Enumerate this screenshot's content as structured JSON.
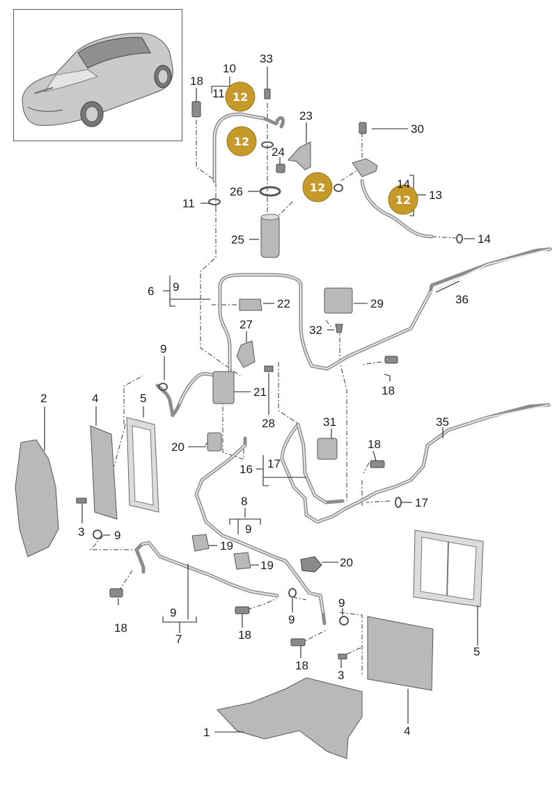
{
  "thumbnail": {
    "icon": "car-icon"
  },
  "badge_color": "#c59a2a",
  "badges": [
    "12",
    "12",
    "12",
    "12"
  ],
  "labels": {
    "l1": "1",
    "l2": "2",
    "l3a": "3",
    "l3b": "3",
    "l4a": "4",
    "l4b": "4",
    "l5a": "5",
    "l5b": "5",
    "l6": "6",
    "l7": "7",
    "l8": "8",
    "l9a": "9",
    "l9b": "9",
    "l9c": "9",
    "l9d": "9",
    "l9e": "9",
    "l9f": "9",
    "l9g": "9",
    "l10": "10",
    "l11a": "11",
    "l11b": "11",
    "l13": "13",
    "l14a": "14",
    "l14b": "14",
    "l16": "16",
    "l17a": "17",
    "l17b": "17",
    "l18a": "18",
    "l18b": "18",
    "l18c": "18",
    "l18d": "18",
    "l18e": "18",
    "l18f": "18",
    "l19a": "19",
    "l19b": "19",
    "l20a": "20",
    "l20b": "20",
    "l21": "21",
    "l22": "22",
    "l23": "23",
    "l24": "24",
    "l25": "25",
    "l26": "26",
    "l27": "27",
    "l28": "28",
    "l29": "29",
    "l30": "30",
    "l31": "31",
    "l32": "32",
    "l33": "33",
    "l35": "35",
    "l36": "36"
  }
}
